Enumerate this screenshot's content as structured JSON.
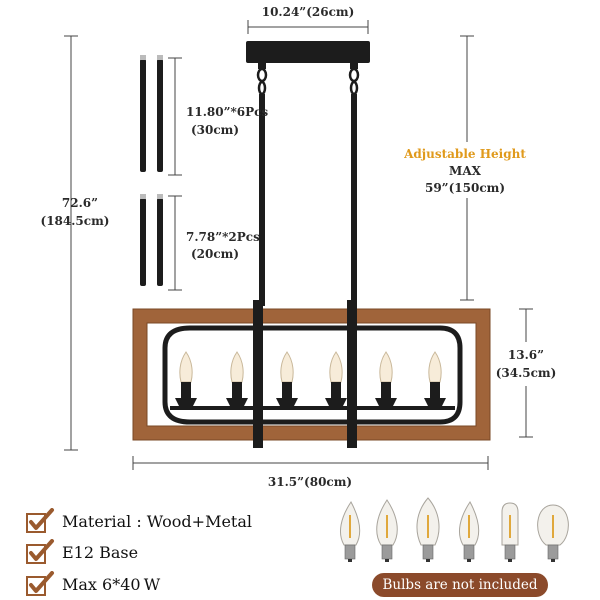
{
  "dimensions": {
    "canopy_width": "10.24”(26cm)",
    "total_height_in": "72.6”",
    "total_height_cm": "(184.5cm)",
    "rod_long_spec": "11.80”*6Pcs",
    "rod_long_cm": "(30cm)",
    "rod_short_spec": "7.78”*2Pcs",
    "rod_short_cm": "(20cm)",
    "adjustable_title": "Adjustable Height",
    "adjustable_max": "MAX",
    "adjustable_value": "59”(150cm)",
    "frame_height_in": "13.6”",
    "frame_height_cm": "(34.5cm)",
    "frame_width": "31.5”(80cm)"
  },
  "features": [
    {
      "label": "Material : Wood+Metal",
      "icon": "checkmark-icon"
    },
    {
      "label": "E12 Base",
      "icon": "checkmark-icon"
    },
    {
      "label": "Max 6*40 W",
      "icon": "checkmark-icon"
    }
  ],
  "bulbs": {
    "note": "Bulbs are not included",
    "count_shown": 6
  },
  "colors": {
    "wood": "#a0643a",
    "metal": "#1c1c1c",
    "accent_orange": "#e09a1c",
    "check_brown": "#9a5a2e",
    "badge": "#8b4a2b",
    "dim_line": "#444444"
  }
}
